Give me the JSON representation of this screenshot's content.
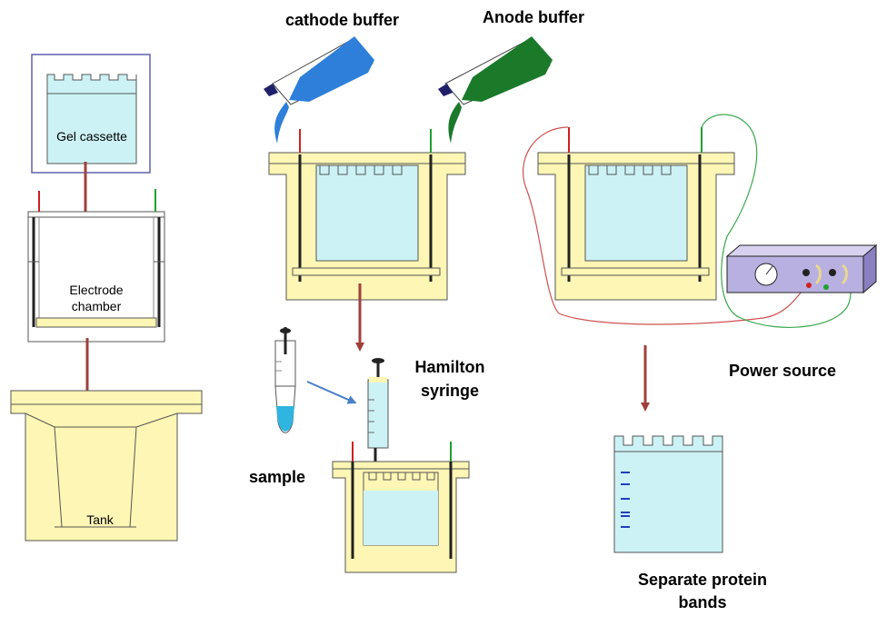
{
  "labels": {
    "gel_cassette": "Gel cassette",
    "electrode_chamber_line1": "Electrode",
    "electrode_chamber_line2": "chamber",
    "tank": "Tank",
    "cathode_buffer": "cathode buffer",
    "anode_buffer": "Anode buffer",
    "hamilton_line1": "Hamilton",
    "hamilton_line2": "syringe",
    "sample": "sample",
    "power_source": "Power source",
    "separate_line1": "Separate protein",
    "separate_line2": "bands"
  },
  "colors": {
    "gel": "#ccf2f5",
    "tank": "#fdf6b4",
    "arrow": "#a0403c",
    "cathode_blue": "#2d7fd9",
    "anode_green": "#1a7a2a",
    "red_wire": "#d05050",
    "green_wire": "#3aa84c",
    "power_box": "#b8b0e0",
    "band": "#2040c0"
  }
}
